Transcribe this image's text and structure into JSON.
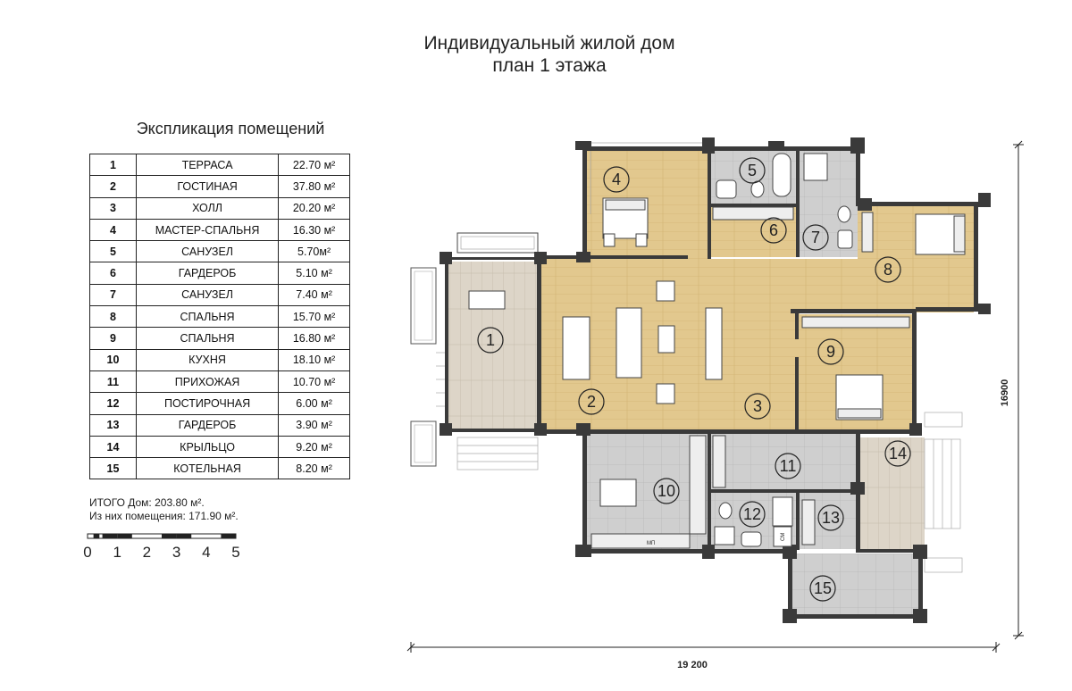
{
  "title": {
    "line1": "Индивидуальный жилой дом",
    "line2": "план 1 этажа"
  },
  "explication": {
    "heading": "Экспликация помещений",
    "rows": [
      {
        "num": "1",
        "name": "ТЕРРАСА",
        "area": "22.70 м²"
      },
      {
        "num": "2",
        "name": "ГОСТИНАЯ",
        "area": "37.80 м²"
      },
      {
        "num": "3",
        "name": "ХОЛЛ",
        "area": "20.20 м²"
      },
      {
        "num": "4",
        "name": "МАСТЕР-СПАЛЬНЯ",
        "area": "16.30 м²"
      },
      {
        "num": "5",
        "name": "САНУЗЕЛ",
        "area": "5.70м²"
      },
      {
        "num": "6",
        "name": "ГАРДЕРОБ",
        "area": "5.10 м²"
      },
      {
        "num": "7",
        "name": "САНУЗЕЛ",
        "area": "7.40 м²"
      },
      {
        "num": "8",
        "name": "СПАЛЬНЯ",
        "area": "15.70 м²"
      },
      {
        "num": "9",
        "name": "СПАЛЬНЯ",
        "area": "16.80 м²"
      },
      {
        "num": "10",
        "name": "КУХНЯ",
        "area": "18.10 м²"
      },
      {
        "num": "11",
        "name": "ПРИХОЖАЯ",
        "area": "10.70 м²"
      },
      {
        "num": "12",
        "name": "ПОСТИРОЧНАЯ",
        "area": "6.00 м²"
      },
      {
        "num": "13",
        "name": "ГАРДЕРОБ",
        "area": "3.90 м²"
      },
      {
        "num": "14",
        "name": "КРЫЛЬЦО",
        "area": "9.20 м²"
      },
      {
        "num": "15",
        "name": "КОТЕЛЬНАЯ",
        "area": "8.20 м²"
      }
    ],
    "total_house": "ИТОГО Дом: 203.80 м².",
    "total_rooms": "Из них помещения: 171.90 м²."
  },
  "scale": {
    "labels": [
      "0",
      "1",
      "2",
      "3",
      "4",
      "5"
    ]
  },
  "plan": {
    "room_labels": [
      "1",
      "2",
      "3",
      "4",
      "5",
      "6",
      "7",
      "8",
      "9",
      "10",
      "11",
      "12",
      "13",
      "14",
      "15"
    ],
    "appliance_label": "МП",
    "boiler_label": "СМ",
    "dimension_width": "19 200",
    "dimension_height": "16900"
  },
  "colors": {
    "wood_floor": "#e2c88e",
    "terrace_deck": "#ddd5c8",
    "tile": "#cfcfcf",
    "wall": "#3a3a3a"
  }
}
